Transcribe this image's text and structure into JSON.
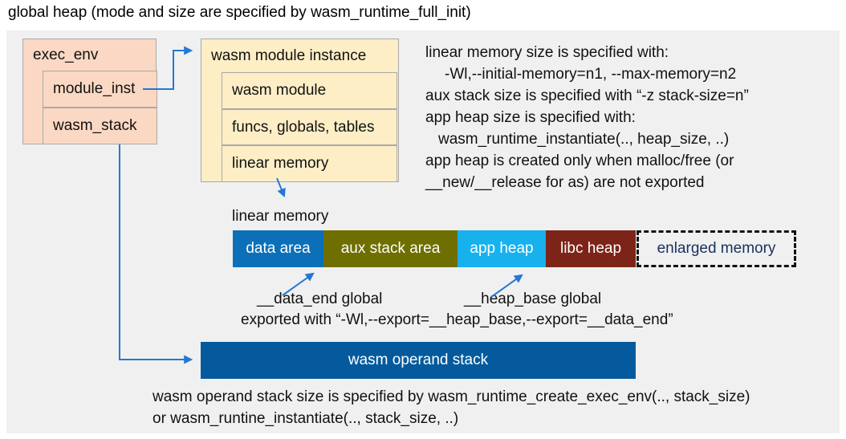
{
  "title": "global heap (mode and size are specified by wasm_runtime_full_init)",
  "exec_env": {
    "title": "exec_env",
    "rows": [
      "module_inst",
      "wasm_stack"
    ]
  },
  "module_instance": {
    "title": "wasm module instance",
    "rows": [
      "wasm module",
      "funcs, globals, tables",
      "linear memory"
    ]
  },
  "notes_right": {
    "lines": [
      "linear memory size is specified with:",
      "-Wl,--initial-memory=n1, --max-memory=n2",
      "aux stack size is specified with “-z stack-size=n”",
      "app heap size is specified with:",
      "wasm_runtime_instantiate(.., heap_size, ..)",
      "app heap is created only when malloc/free (or",
      "__new/__release for as) are not exported"
    ]
  },
  "linear_memory": {
    "label": "linear memory",
    "segments": [
      {
        "label": "data area",
        "color": "#0b70b8"
      },
      {
        "label": "aux stack area",
        "color": "#6e6f00"
      },
      {
        "label": "app heap",
        "color": "#17b1ee"
      },
      {
        "label": "libc heap",
        "color": "#7c2417"
      },
      {
        "label": "enlarged memory",
        "color": "",
        "style": "dashed-outline"
      }
    ]
  },
  "annotations": {
    "data_end": "__data_end global",
    "heap_base": "__heap_base global",
    "export_line": "exported with “-Wl,--export=__heap_base,--export=__data_end”"
  },
  "operand_stack": {
    "label": "wasm operand stack",
    "color": "#045a9d",
    "note_lines": [
      "wasm operand stack size is specified by wasm_runtime_create_exec_env(.., stack_size)",
      "or wasm_runtine_instantiate(.., stack_size, ..)"
    ]
  },
  "colors": {
    "panel_background": "#f0f0f0",
    "struct_box_peach": "#fbd8c3",
    "struct_box_cream": "#fdeec6",
    "arrow_blue": "#2478d4",
    "enlarged_memory_text": "#17315e"
  }
}
